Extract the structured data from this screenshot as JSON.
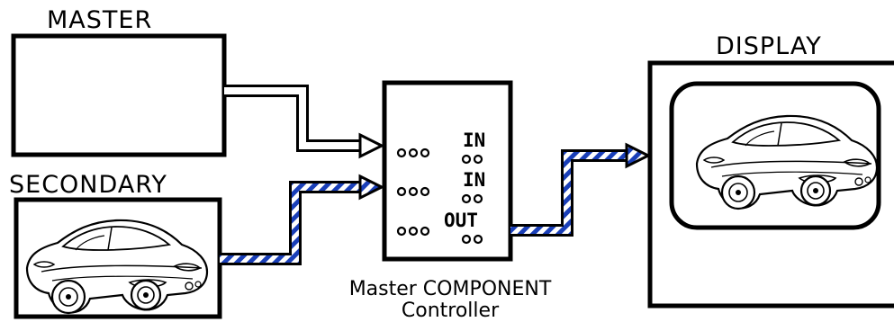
{
  "labels": {
    "master": "MASTER",
    "secondary": "SECONDARY",
    "display": "DISPLAY",
    "controller_line1": "Master COMPONENT",
    "controller_line2": "Controller"
  },
  "controller_ports": [
    {
      "label": "IN"
    },
    {
      "label": "IN"
    },
    {
      "label": "OUT"
    }
  ],
  "colors": {
    "stroke": "#000000",
    "stripe": "#1a3fb8",
    "background": "#ffffff"
  },
  "icons": {
    "car": "car-icon"
  }
}
